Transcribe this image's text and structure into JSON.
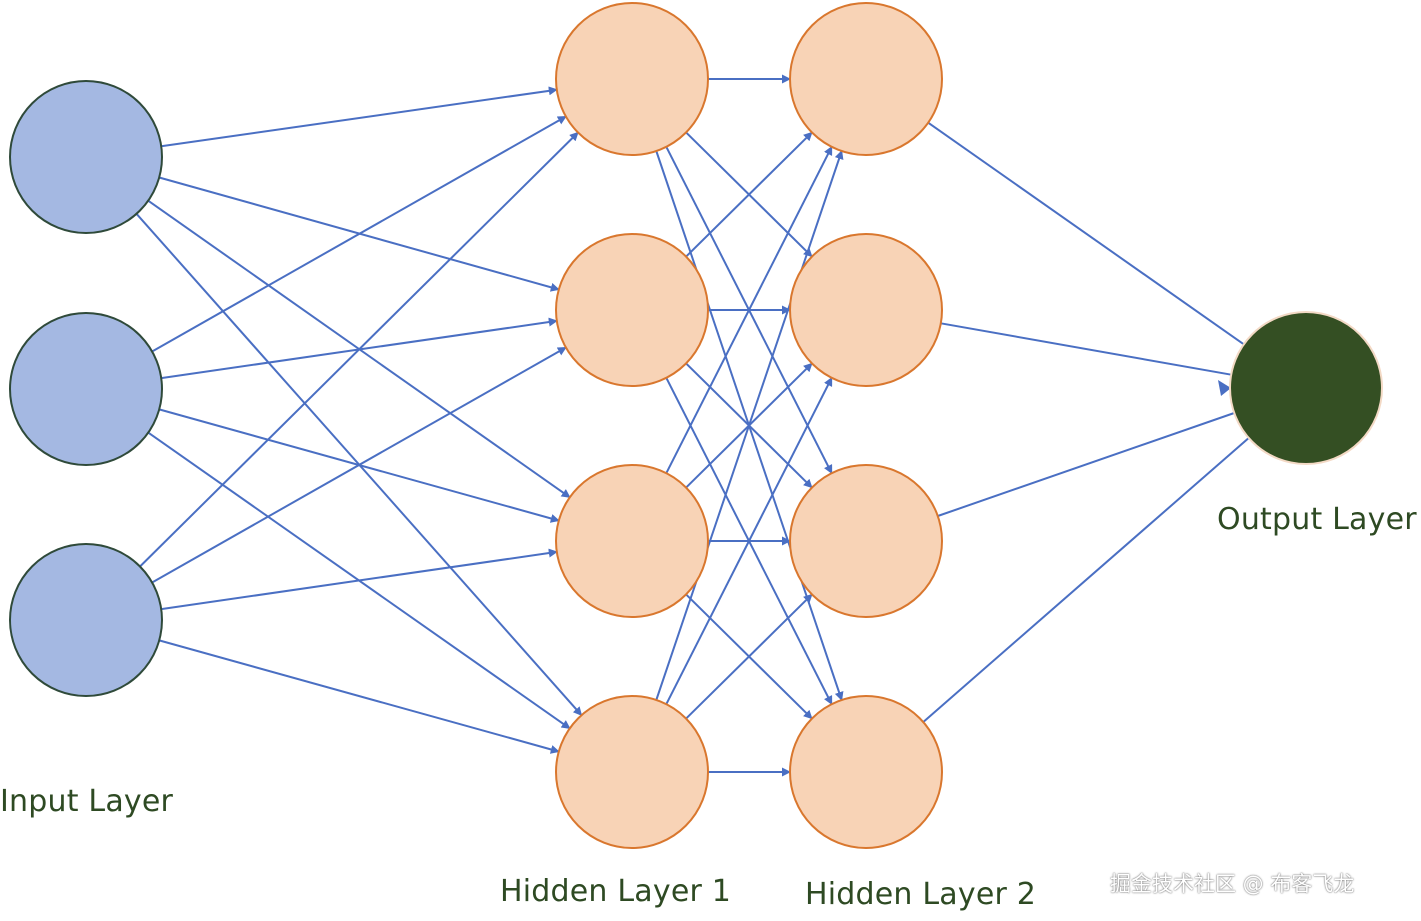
{
  "layers": [
    {
      "id": "input",
      "label": "Input Layer",
      "nodes": 3,
      "fill": "#a4b8e2",
      "stroke": "#2f4a3a"
    },
    {
      "id": "hidden1",
      "label": "Hidden Layer 1",
      "nodes": 4,
      "fill": "#f8d3b6",
      "stroke": "#d9772e"
    },
    {
      "id": "hidden2",
      "label": "Hidden Layer 2",
      "nodes": 4,
      "fill": "#f8d3b6",
      "stroke": "#d9772e"
    },
    {
      "id": "output",
      "label": "Output Layer",
      "nodes": 1,
      "fill": "#344f23",
      "stroke": "#f3d9c5"
    }
  ],
  "connection_color": "#4a6fc3",
  "label_color": "#2e4a23",
  "connectivity": "fully-connected",
  "watermark": "掘金技术社区 @ 布客飞龙"
}
